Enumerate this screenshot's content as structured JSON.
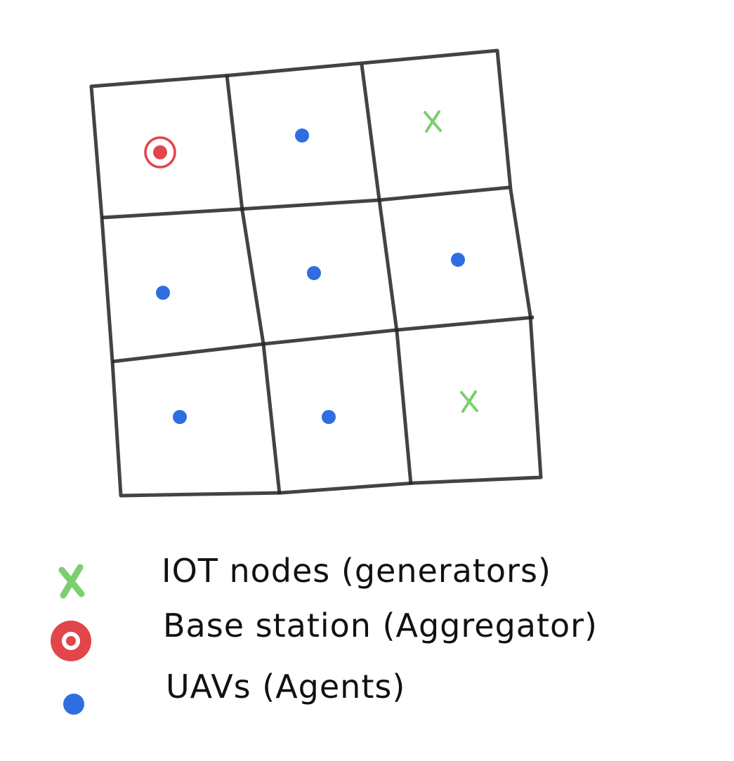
{
  "diagram": {
    "grid": {
      "rows": 3,
      "cols": 3,
      "line_color": "#222222"
    },
    "cells": [
      {
        "row": 0,
        "col": 0,
        "content": "base-station"
      },
      {
        "row": 0,
        "col": 1,
        "content": "uav"
      },
      {
        "row": 0,
        "col": 2,
        "content": "iot-node"
      },
      {
        "row": 1,
        "col": 0,
        "content": "uav"
      },
      {
        "row": 1,
        "col": 1,
        "content": "uav"
      },
      {
        "row": 1,
        "col": 2,
        "content": "uav"
      },
      {
        "row": 2,
        "col": 0,
        "content": "uav"
      },
      {
        "row": 2,
        "col": 1,
        "content": "uav"
      },
      {
        "row": 2,
        "col": 2,
        "content": "iot-node"
      }
    ],
    "colors": {
      "iot_node": "#7ccf6e",
      "base_station": "#e2454a",
      "uav": "#2f6ee0"
    }
  },
  "legend": {
    "items": [
      {
        "key": "iot-node",
        "label": "IOT nodes (generators)",
        "icon": "green-x-icon"
      },
      {
        "key": "base-station",
        "label": "Base station (Aggregator)",
        "icon": "red-target-icon"
      },
      {
        "key": "uav",
        "label": "UAVs (Agents)",
        "icon": "blue-dot-icon"
      }
    ]
  }
}
